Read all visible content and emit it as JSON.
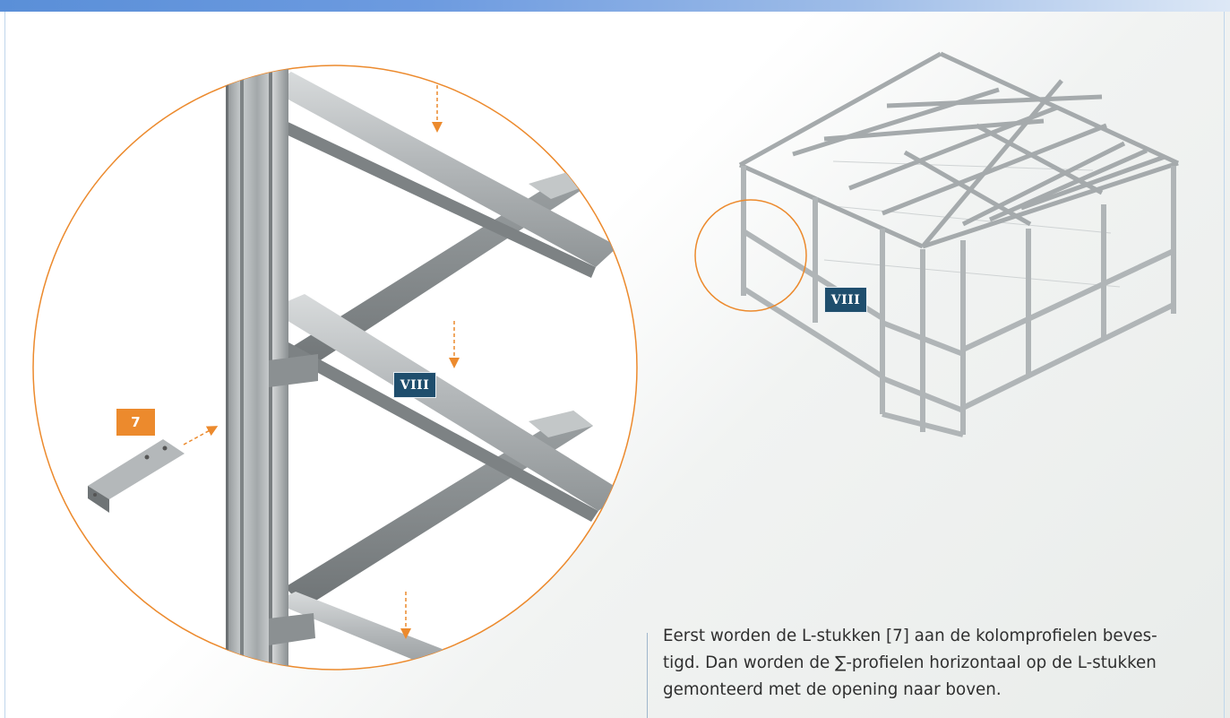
{
  "labels": {
    "detail_part": "VIII",
    "overview_part": "VIII",
    "l_piece": "7"
  },
  "caption": "Eerst worden de L-stukken [7] aan de kolomprofielen beves-\ntigd. Dan worden de ∑-profielen horizontaal op de L-stukken\ngemonteerd met de opening naar boven.",
  "colors": {
    "accent_orange": "#ec8a2d",
    "label_blue": "#1f4e6d",
    "header_blue": "#5a8fd8",
    "steel": "#a8adaf"
  },
  "icons": {
    "detail": "magnified-detail-circle",
    "arrows": "dashed-arrow",
    "overview": "greenhouse-frame"
  }
}
